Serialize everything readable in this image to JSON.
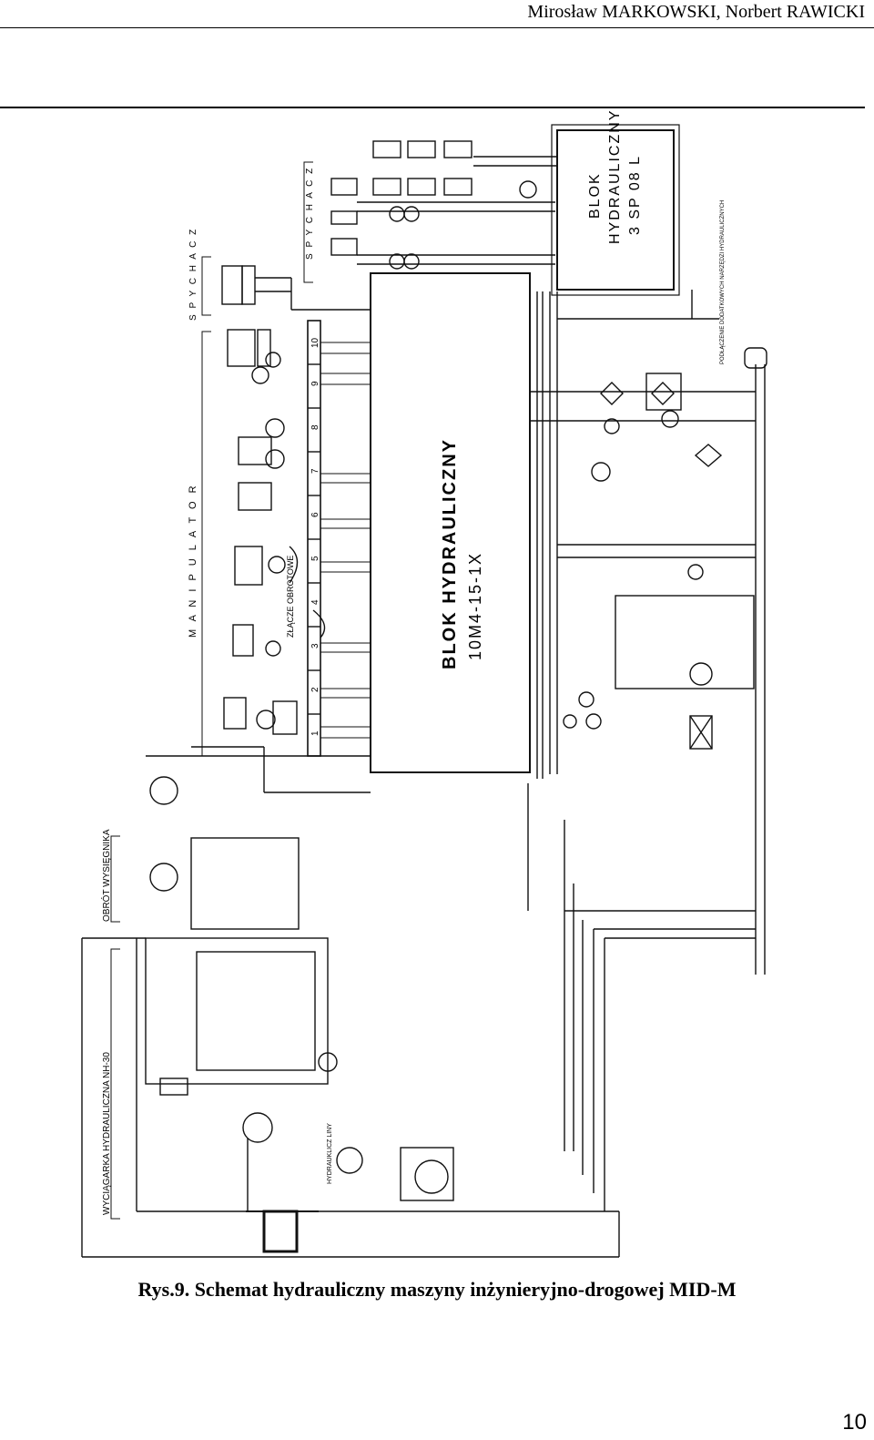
{
  "header": {
    "authors": "Mirosław MARKOWSKI, Norbert RAWICKI"
  },
  "figure": {
    "block_main": {
      "line1": "BLOK HYDRAULICZNY",
      "line2": "10M4-15-1X"
    },
    "block_top": {
      "line1": "BLOK",
      "line2": "HYDRAULICZNY",
      "line3": "3 SP 08 L"
    },
    "section_manipulator": "M A N I P U L A T O R",
    "section_spychacz_1": "S P Y C H A C Z",
    "section_spychacz_2": "S P Y C H A C Z",
    "section_obrot": "OBRÓT WYSIĘGNIKA",
    "section_wyciagarka": "WYCIĄGARKA HYDRAULICZNA NH-30",
    "zlacze": "ZŁĄCZE OBROTOWE",
    "hydrauklicz": "HYDRAUKLICZ LINY",
    "podlaczenie": "PODŁĄCZENIE DODATKOWYCH NARZĘDZI HYDRAULICZNYCH",
    "section_numbers": [
      "1",
      "2",
      "3",
      "4",
      "5",
      "6",
      "7",
      "8",
      "9",
      "10"
    ]
  },
  "caption": "Rys.9. Schemat hydrauliczny maszyny inżynieryjno-drogowej MID-M",
  "page_number": "10"
}
